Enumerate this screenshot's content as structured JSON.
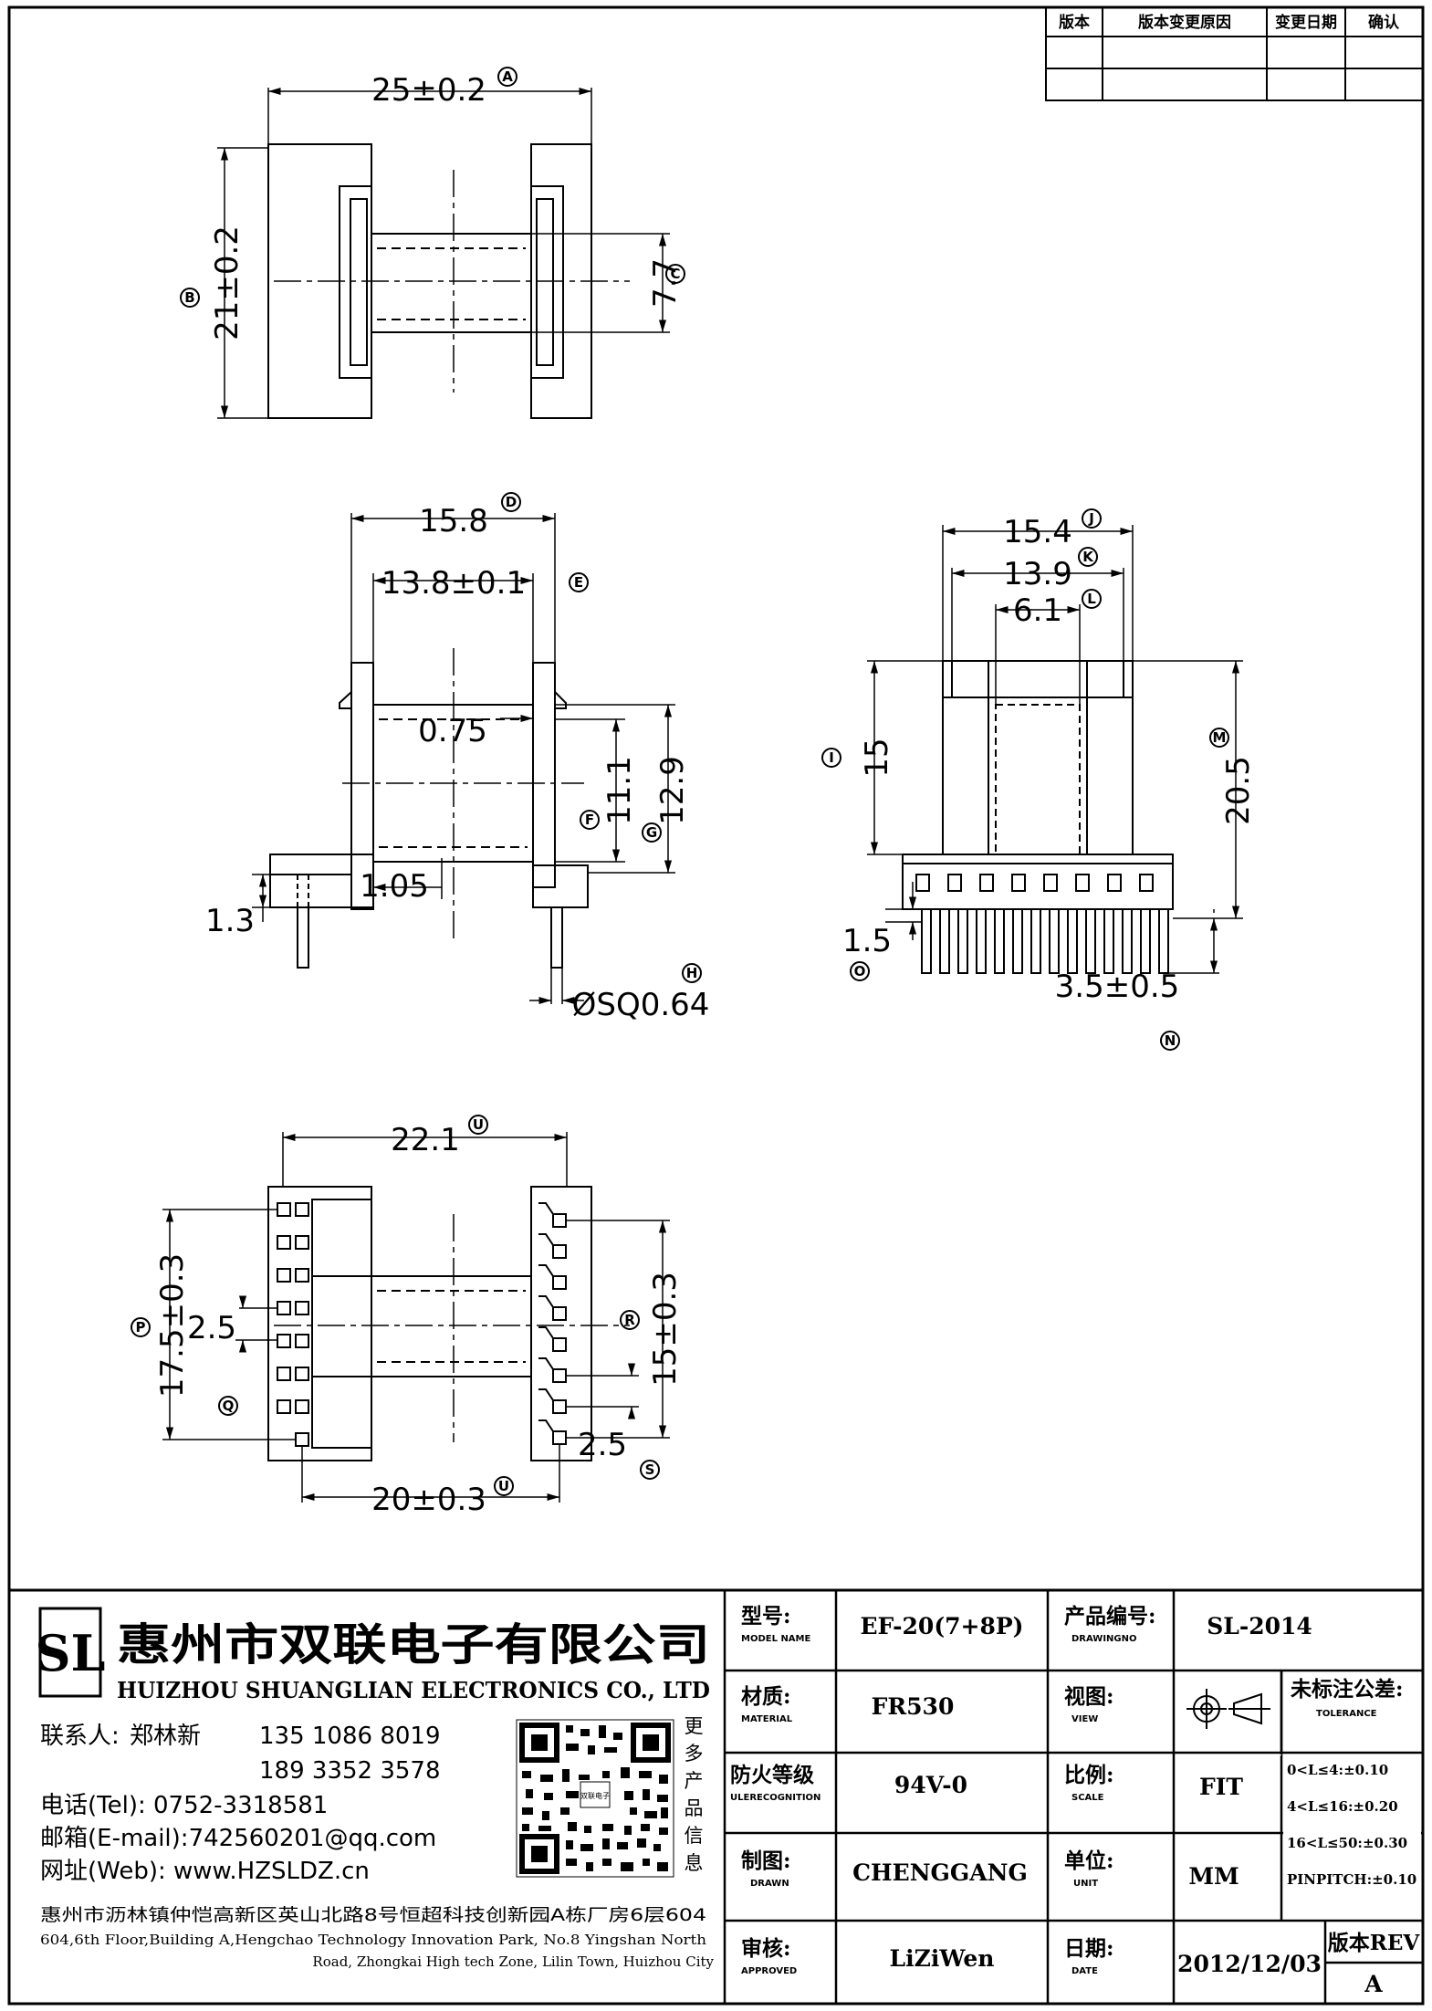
{
  "revision_table": {
    "headers": [
      "版本",
      "版本变更原因",
      "变更日期",
      "确认"
    ],
    "rows": [
      [
        "",
        "",
        "",
        ""
      ],
      [
        "",
        "",
        "",
        ""
      ]
    ]
  },
  "dimensions": {
    "top_view": {
      "width": "25±0.2",
      "height": "21±0.2",
      "window": "7.7"
    },
    "side_view": {
      "outer": "15.8",
      "inner": "13.8±0.1",
      "wall": "0.75",
      "win_h": "11.1",
      "total_h": "12.9",
      "base_off": "1.05",
      "base_h": "1.3",
      "pin": "ØSQ0.64"
    },
    "front_view": {
      "outer": "15.4",
      "mid": "13.9",
      "core": "6.1",
      "height_15": "15",
      "height_total": "20.5",
      "pin_off": "1.5",
      "pin_len": "3.5±0.5"
    },
    "bottom_view": {
      "width": "22.1",
      "pitch_left": "17.5±0.3",
      "pin_space": "2.5",
      "pitch_right": "15±0.3",
      "pin_space_r": "2.5",
      "span": "20±0.3"
    }
  },
  "markers": {
    "A": "A",
    "B": "B",
    "C": "C",
    "D": "D",
    "E": "E",
    "F": "F",
    "G": "G",
    "H": "H",
    "I": "I",
    "J": "J",
    "K": "K",
    "L": "L",
    "M": "M",
    "N": "N",
    "O": "O",
    "P": "P",
    "Q": "Q",
    "R": "R",
    "S": "S",
    "U": "U"
  },
  "company": {
    "logo_text": "SL",
    "name_cn": "惠州市双联电子有限公司",
    "name_en": "HUIZHOU SHUANGLIAN ELECTRONICS CO., LTD",
    "contact_label": "联系人:",
    "contact_name": "郑林新",
    "phone1": "135 1086 8019",
    "phone2": "189 3352 3578",
    "tel": "电话(Tel): 0752-3318581",
    "email": "邮箱(E-mail):742560201@qq.com",
    "web": "网址(Web): www.HZSLDZ.cn",
    "qr_caption": [
      "更",
      "多",
      "产",
      "品",
      "信",
      "息"
    ],
    "qr_center": "双联电子",
    "address_cn": "惠州市沥林镇仲恺高新区英山北路8号恒超科技创新园A栋厂房6层604",
    "address_en1": "604,6th Floor,Building A,Hengchao Technology Innovation Park, No.8 Yingshan North",
    "address_en2": "Road, Zhongkai High tech Zone, Lilin Town, Huizhou City"
  },
  "title_block": {
    "model_label": "型号:",
    "model_sub": "MODEL NAME",
    "model": "EF-20(7+8P)",
    "drawno_label": "产品编号:",
    "drawno_sub": "DRAWINGNO",
    "drawno": "SL-2014",
    "material_label": "材质:",
    "material_sub": "MATERIAL",
    "material": "FR530",
    "view_label": "视图:",
    "view_sub": "VIEW",
    "tol_label": "未标注公差:",
    "tol_sub": "TOLERANCE",
    "tol_lines": [
      "0<L≤4:±0.10",
      "4<L≤16:±0.20",
      "16<L≤50:±0.30",
      "PINPITCH:±0.10"
    ],
    "fire_label": "防火等级",
    "fire_sub": "ULERECOGNITION",
    "fire": "94V-0",
    "scale_label": "比例:",
    "scale_sub": "SCALE",
    "scale": "FIT",
    "drawn_label": "制图:",
    "drawn_sub": "DRAWN",
    "drawn": "CHENGGANG",
    "unit_label": "单位:",
    "unit_sub": "UNIT",
    "unit": "MM",
    "approved_label": "审核:",
    "approved_sub": "APPROVED",
    "approved": "LiZiWen",
    "date_label": "日期:",
    "date_sub": "DATE",
    "date": "2012/12/03",
    "rev_label": "版本REV",
    "rev": "A"
  }
}
